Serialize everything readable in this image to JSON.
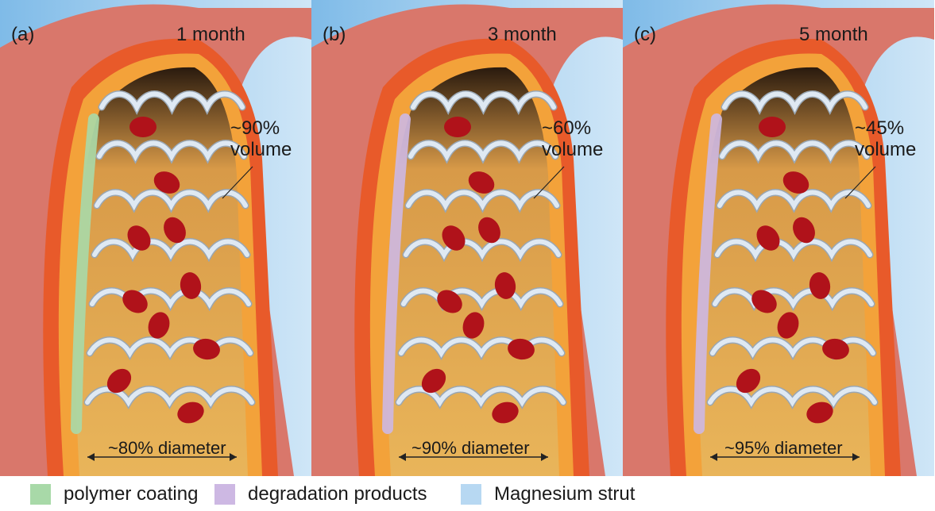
{
  "panels": [
    {
      "label": "(a)",
      "time": "1 month",
      "volume_pct": "~90%",
      "volume_word": "volume",
      "diameter": "~80% diameter"
    },
    {
      "label": "(b)",
      "time": "3 month",
      "volume_pct": "~60%",
      "volume_word": "volume",
      "diameter": "~90% diameter"
    },
    {
      "label": "(c)",
      "time": "5 month",
      "volume_pct": "~45%",
      "volume_word": "volume",
      "diameter": "~95% diameter"
    }
  ],
  "legend": [
    {
      "label": "polymer coating",
      "color": "#a8d9a8"
    },
    {
      "label": "degradation products",
      "color": "#cdb8e3"
    },
    {
      "label": "Magnesium strut",
      "color": "#b7d8f2"
    }
  ],
  "colors": {
    "sky": "#9fcdee",
    "vessel_outer": "#d9776b",
    "vessel_mid": "#e85a2a",
    "vessel_inner": "#f3a23a",
    "lumen": "#e9b55a",
    "blood_cell": "#b0121a",
    "strut": "#dfe9f3"
  }
}
